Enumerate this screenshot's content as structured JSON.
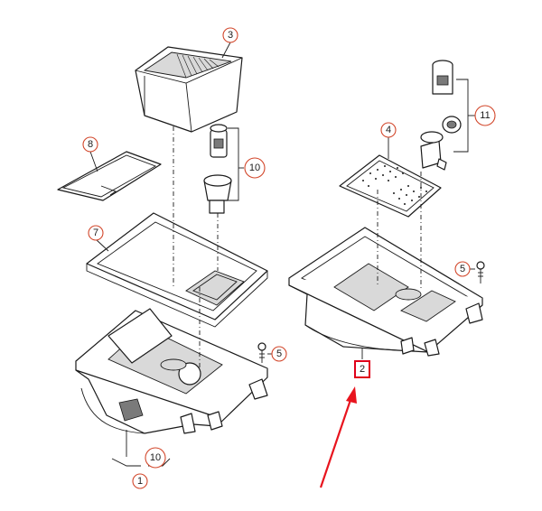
{
  "callouts": {
    "c1": "1",
    "c2": "2",
    "c3": "3",
    "c4": "4",
    "c5a": "5",
    "c5b": "5",
    "c7": "7",
    "c8": "8",
    "c10a": "10",
    "c10b": "10",
    "c11": "11"
  },
  "highlighted_part": "2",
  "colors": {
    "callout_ring": "#d2462a",
    "highlight": "#e0001a",
    "arrow": "#e8141e"
  }
}
